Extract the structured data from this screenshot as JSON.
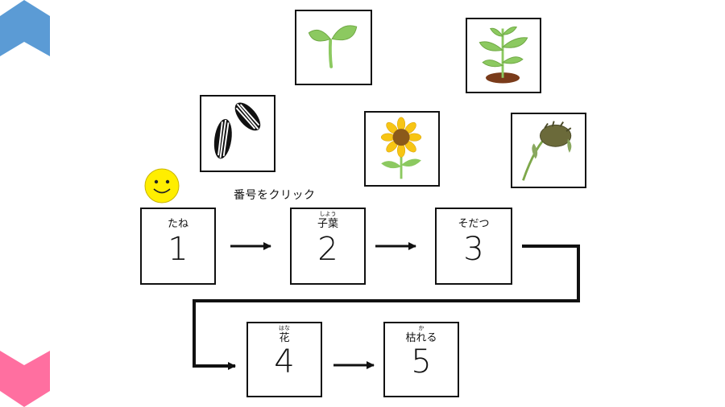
{
  "colors": {
    "top_ribbon": "#5b9bd5",
    "bottom_ribbon": "#ff6fa0",
    "smiley": "#ffee00",
    "soil": "#7a3b1a",
    "leaf": "#8cc960",
    "petal": "#f7c514",
    "center": "#8b5a1a"
  },
  "icons": {
    "top_ribbon": "chevron-up-ribbon",
    "bottom_ribbon": "chevron-down-ribbon",
    "smiley": "smiley-face",
    "arrow": "right-arrow"
  },
  "cards": [
    {
      "id": "seeds",
      "icon": "sunflower-seeds-icon"
    },
    {
      "id": "sprout",
      "icon": "sprout-icon"
    },
    {
      "id": "growing",
      "icon": "growing-plant-icon"
    },
    {
      "id": "flower",
      "icon": "sunflower-icon"
    },
    {
      "id": "withered",
      "icon": "withered-sunflower-icon"
    }
  ],
  "instruction": "番号をクリック",
  "stages": [
    {
      "number": "1",
      "name": "たね",
      "ruby": ""
    },
    {
      "number": "2",
      "name": "子葉",
      "ruby": "しよう"
    },
    {
      "number": "3",
      "name": "そだつ",
      "ruby": ""
    },
    {
      "number": "4",
      "name": "花",
      "ruby": "はな"
    },
    {
      "number": "5",
      "name": "枯れる",
      "ruby": "か"
    }
  ]
}
